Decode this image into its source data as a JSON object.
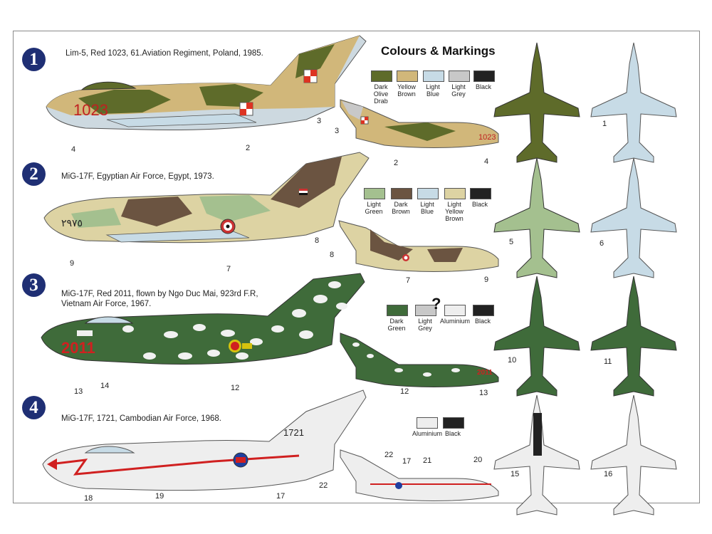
{
  "title": "Colours & Markings",
  "profiles": [
    {
      "number": "1",
      "caption": "Lim-5, Red 1023, 61.Aviation Regiment, Poland, 1985.",
      "serial": "1023"
    },
    {
      "number": "2",
      "caption": "MiG-17F, Egyptian Air Force, Egypt, 1973.",
      "serial": "٢٩٧٥"
    },
    {
      "number": "3",
      "caption": "MiG-17F, Red 2011, flown by Ngo Duc Mai, 923rd F.R,\nVietnam Air Force, 1967.",
      "serial": "2011"
    },
    {
      "number": "4",
      "caption": "MiG-17F, 1721, Cambodian Air Force, 1968.",
      "serial": "1721"
    }
  ],
  "colours": {
    "set1": [
      {
        "name": "Dark\nOlive\nDrab",
        "hex": "#5e6b2a"
      },
      {
        "name": "Yellow\nBrown",
        "hex": "#d1b77a"
      },
      {
        "name": "Light\nBlue",
        "hex": "#c7dbe6"
      },
      {
        "name": "Light\nGrey",
        "hex": "#c8c8c8"
      },
      {
        "name": "Black",
        "hex": "#222222"
      }
    ],
    "set2": [
      {
        "name": "Light\nGreen",
        "hex": "#a4c08f"
      },
      {
        "name": "Dark\nBrown",
        "hex": "#6b5441"
      },
      {
        "name": "Light\nBlue",
        "hex": "#c7dbe6"
      },
      {
        "name": "Light\nYellow\nBrown",
        "hex": "#ddd3a3"
      },
      {
        "name": "Black",
        "hex": "#222222"
      }
    ],
    "set3": [
      {
        "name": "Dark\nGreen",
        "hex": "#3f6b3a"
      },
      {
        "name": "Light\nGrey",
        "hex": "#c8c8c8"
      },
      {
        "name": "Aluminium",
        "hex": "#eeeeee"
      },
      {
        "name": "Black",
        "hex": "#222222"
      }
    ],
    "set4": [
      {
        "name": "Aluminium",
        "hex": "#eeeeee"
      },
      {
        "name": "Black",
        "hex": "#222222"
      }
    ],
    "unknown_mark": "?"
  },
  "callouts": {
    "p1": [
      "4",
      "2",
      "3"
    ],
    "p1s": [
      "3",
      "2",
      "4"
    ],
    "p1t": [
      "1"
    ],
    "p2": [
      "9",
      "7",
      "8"
    ],
    "p2s": [
      "8",
      "7",
      "9"
    ],
    "p2t": [
      "5",
      "6"
    ],
    "p3": [
      "13",
      "14",
      "12"
    ],
    "p3s": [
      "12",
      "13"
    ],
    "p3t": [
      "10",
      "11"
    ],
    "p4": [
      "18",
      "19",
      "17",
      "22"
    ],
    "p4s": [
      "22",
      "17",
      "21",
      "20"
    ],
    "p4t": [
      "15",
      "16"
    ]
  }
}
